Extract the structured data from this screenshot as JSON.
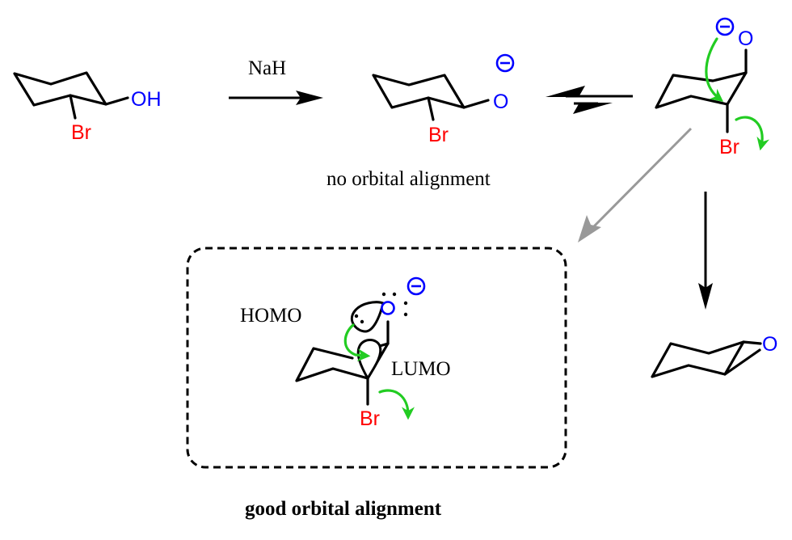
{
  "colors": {
    "bond": "#000000",
    "oxygen": "#0000ff",
    "bromine": "#ff0000",
    "electron_arrow": "#22cc22",
    "alt_arrow": "#999999",
    "box_border": "#000000"
  },
  "reactant": {
    "substituent_top": "OH",
    "substituent_bottom": "Br"
  },
  "step1": {
    "reagent": "NaH",
    "arrow": "reaction-arrow"
  },
  "intermediate": {
    "oxygen": "O",
    "charge": "−",
    "bromine": "Br",
    "caption": "no orbital alignment"
  },
  "equilibrium": {
    "arrow": "equilibrium-arrow"
  },
  "flipped_conformer": {
    "oxygen": "O",
    "charge": "−",
    "bromine": "Br"
  },
  "orbital_box": {
    "homo_label": "HOMO",
    "lumo_label": "LUMO",
    "oxygen": "O",
    "charge": "−",
    "bromine": "Br",
    "caption": "good orbital alignment"
  },
  "product": {
    "oxygen": "O"
  }
}
